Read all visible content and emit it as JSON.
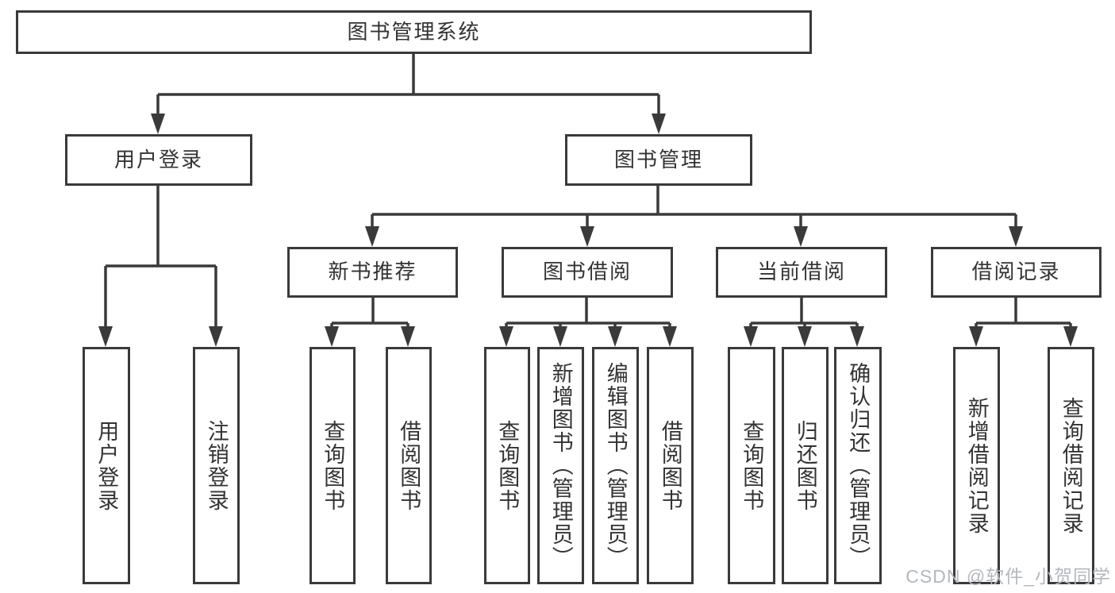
{
  "colors": {
    "line": "#3a3a3a",
    "text": "#333333",
    "box_bg": "#ffffff",
    "background": "#ffffff",
    "watermark": "#b4b8be"
  },
  "watermark": "CSDN @软件_小贺同学",
  "tree": {
    "label": "图书管理系统",
    "children": [
      {
        "label": "用户登录",
        "children": [
          {
            "label": "用户登录"
          },
          {
            "label": "注销登录"
          }
        ]
      },
      {
        "label": "图书管理",
        "children": [
          {
            "label": "新书推荐",
            "children": [
              {
                "label": "查询图书"
              },
              {
                "label": "借阅图书"
              }
            ]
          },
          {
            "label": "图书借阅",
            "children": [
              {
                "label": "查询图书"
              },
              {
                "label": "新增图书（管理员）"
              },
              {
                "label": "编辑图书（管理员）"
              },
              {
                "label": "借阅图书"
              }
            ]
          },
          {
            "label": "当前借阅",
            "children": [
              {
                "label": "查询图书"
              },
              {
                "label": "归还图书"
              },
              {
                "label": "确认归还（管理员）"
              }
            ]
          },
          {
            "label": "借阅记录",
            "children": [
              {
                "label": "新增借阅记录"
              },
              {
                "label": "查询借阅记录"
              }
            ]
          }
        ]
      }
    ]
  }
}
